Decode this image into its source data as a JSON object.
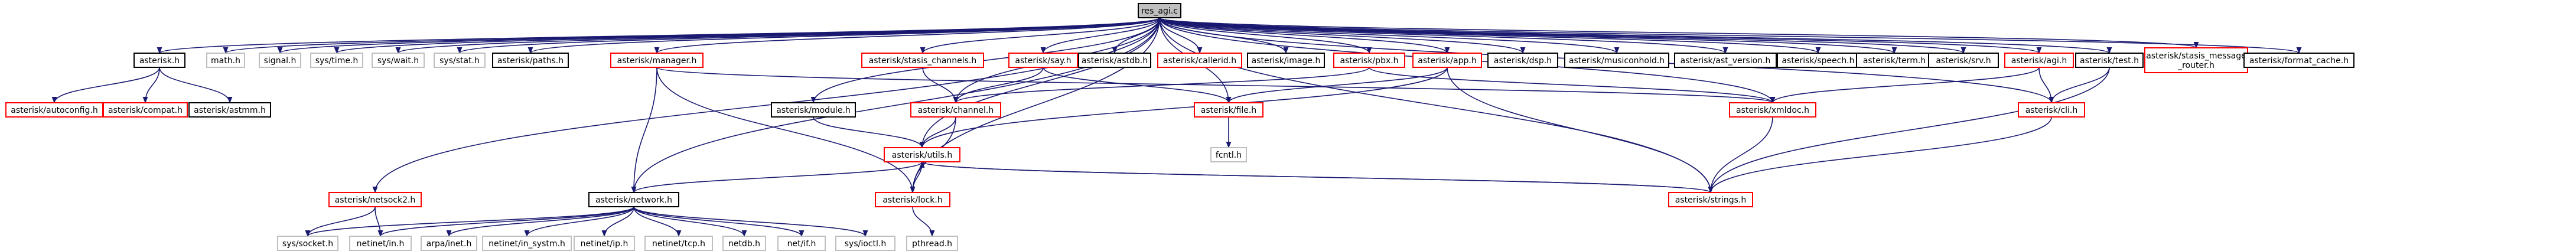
{
  "graph": {
    "edge_color": "#191970",
    "border_colors": {
      "documented": "#000000",
      "missing": "#ff0000",
      "system": "#bfbfbf",
      "root_fill": "#bfbfbf"
    },
    "nodes": [
      {
        "id": "res_agi",
        "label": "res_agi.c",
        "kind": "root"
      },
      {
        "id": "asterisk_h",
        "label": "asterisk.h",
        "kind": "documented"
      },
      {
        "id": "math_h",
        "label": "math.h",
        "kind": "system"
      },
      {
        "id": "signal_h",
        "label": "signal.h",
        "kind": "system"
      },
      {
        "id": "sys_time_h",
        "label": "sys/time.h",
        "kind": "system"
      },
      {
        "id": "sys_wait_h",
        "label": "sys/wait.h",
        "kind": "system"
      },
      {
        "id": "sys_stat_h",
        "label": "sys/stat.h",
        "kind": "system"
      },
      {
        "id": "paths_h",
        "label": "asterisk/paths.h",
        "kind": "documented"
      },
      {
        "id": "manager_h",
        "label": "asterisk/manager.h",
        "kind": "missing"
      },
      {
        "id": "stasis_channels_h",
        "label": "asterisk/stasis_channels.h",
        "kind": "missing"
      },
      {
        "id": "say_h",
        "label": "asterisk/say.h",
        "kind": "missing"
      },
      {
        "id": "astdb_h",
        "label": "asterisk/astdb.h",
        "kind": "documented"
      },
      {
        "id": "callerid_h",
        "label": "asterisk/callerid.h",
        "kind": "missing"
      },
      {
        "id": "image_h",
        "label": "asterisk/image.h",
        "kind": "documented"
      },
      {
        "id": "pbx_h",
        "label": "asterisk/pbx.h",
        "kind": "missing"
      },
      {
        "id": "app_h",
        "label": "asterisk/app.h",
        "kind": "missing"
      },
      {
        "id": "dsp_h",
        "label": "asterisk/dsp.h",
        "kind": "documented"
      },
      {
        "id": "musiconhold_h",
        "label": "asterisk/musiconhold.h",
        "kind": "documented"
      },
      {
        "id": "ast_version_h",
        "label": "asterisk/ast_version.h",
        "kind": "documented"
      },
      {
        "id": "speech_h",
        "label": "asterisk/speech.h",
        "kind": "documented"
      },
      {
        "id": "term_h",
        "label": "asterisk/term.h",
        "kind": "documented"
      },
      {
        "id": "srv_h",
        "label": "asterisk/srv.h",
        "kind": "documented"
      },
      {
        "id": "agi_h",
        "label": "asterisk/agi.h",
        "kind": "missing"
      },
      {
        "id": "test_h",
        "label": "asterisk/test.h",
        "kind": "documented"
      },
      {
        "id": "stasis_message_router_h",
        "label": "asterisk/stasis_message\n_router.h",
        "kind": "missing"
      },
      {
        "id": "format_cache_h",
        "label": "asterisk/format_cache.h",
        "kind": "documented"
      },
      {
        "id": "autoconfig_h",
        "label": "asterisk/autoconfig.h",
        "kind": "missing"
      },
      {
        "id": "compat_h",
        "label": "asterisk/compat.h",
        "kind": "missing"
      },
      {
        "id": "astmm_h",
        "label": "asterisk/astmm.h",
        "kind": "documented"
      },
      {
        "id": "module_h",
        "label": "asterisk/module.h",
        "kind": "documented"
      },
      {
        "id": "channel_h",
        "label": "asterisk/channel.h",
        "kind": "missing"
      },
      {
        "id": "file_h",
        "label": "asterisk/file.h",
        "kind": "missing"
      },
      {
        "id": "xmldoc_h",
        "label": "asterisk/xmldoc.h",
        "kind": "missing"
      },
      {
        "id": "cli_h",
        "label": "asterisk/cli.h",
        "kind": "missing"
      },
      {
        "id": "fcntl_h",
        "label": "fcntl.h",
        "kind": "system"
      },
      {
        "id": "utils_h",
        "label": "asterisk/utils.h",
        "kind": "missing"
      },
      {
        "id": "netsock2_h",
        "label": "asterisk/netsock2.h",
        "kind": "missing"
      },
      {
        "id": "network_h",
        "label": "asterisk/network.h",
        "kind": "documented"
      },
      {
        "id": "lock_h",
        "label": "asterisk/lock.h",
        "kind": "missing"
      },
      {
        "id": "strings_h",
        "label": "asterisk/strings.h",
        "kind": "missing"
      },
      {
        "id": "sys_socket_h",
        "label": "sys/socket.h",
        "kind": "system"
      },
      {
        "id": "netinet_in_h",
        "label": "netinet/in.h",
        "kind": "system"
      },
      {
        "id": "arpa_inet_h",
        "label": "arpa/inet.h",
        "kind": "system"
      },
      {
        "id": "netinet_in_systm_h",
        "label": "netinet/in_systm.h",
        "kind": "system"
      },
      {
        "id": "netinet_ip_h",
        "label": "netinet/ip.h",
        "kind": "system"
      },
      {
        "id": "netinet_tcp_h",
        "label": "netinet/tcp.h",
        "kind": "system"
      },
      {
        "id": "netdb_h",
        "label": "netdb.h",
        "kind": "system"
      },
      {
        "id": "net_if_h",
        "label": "net/if.h",
        "kind": "system"
      },
      {
        "id": "sys_ioctl_h",
        "label": "sys/ioctl.h",
        "kind": "system"
      },
      {
        "id": "pthread_h",
        "label": "pthread.h",
        "kind": "system"
      }
    ],
    "edges": [
      [
        "res_agi",
        "asterisk_h"
      ],
      [
        "res_agi",
        "math_h"
      ],
      [
        "res_agi",
        "signal_h"
      ],
      [
        "res_agi",
        "sys_time_h"
      ],
      [
        "res_agi",
        "sys_wait_h"
      ],
      [
        "res_agi",
        "sys_stat_h"
      ],
      [
        "res_agi",
        "paths_h"
      ],
      [
        "res_agi",
        "manager_h"
      ],
      [
        "res_agi",
        "stasis_channels_h"
      ],
      [
        "res_agi",
        "say_h"
      ],
      [
        "res_agi",
        "astdb_h"
      ],
      [
        "res_agi",
        "callerid_h"
      ],
      [
        "res_agi",
        "image_h"
      ],
      [
        "res_agi",
        "pbx_h"
      ],
      [
        "res_agi",
        "app_h"
      ],
      [
        "res_agi",
        "dsp_h"
      ],
      [
        "res_agi",
        "musiconhold_h"
      ],
      [
        "res_agi",
        "ast_version_h"
      ],
      [
        "res_agi",
        "speech_h"
      ],
      [
        "res_agi",
        "term_h"
      ],
      [
        "res_agi",
        "srv_h"
      ],
      [
        "res_agi",
        "agi_h"
      ],
      [
        "res_agi",
        "test_h"
      ],
      [
        "res_agi",
        "stasis_message_router_h"
      ],
      [
        "res_agi",
        "format_cache_h"
      ],
      [
        "res_agi",
        "netsock2_h"
      ],
      [
        "res_agi",
        "network_h"
      ],
      [
        "res_agi",
        "module_h"
      ],
      [
        "res_agi",
        "channel_h"
      ],
      [
        "res_agi",
        "file_h"
      ],
      [
        "res_agi",
        "xmldoc_h"
      ],
      [
        "res_agi",
        "cli_h"
      ],
      [
        "res_agi",
        "lock_h"
      ],
      [
        "res_agi",
        "strings_h"
      ],
      [
        "res_agi",
        "utils_h"
      ],
      [
        "asterisk_h",
        "autoconfig_h"
      ],
      [
        "asterisk_h",
        "compat_h"
      ],
      [
        "asterisk_h",
        "astmm_h"
      ],
      [
        "manager_h",
        "network_h"
      ],
      [
        "manager_h",
        "lock_h"
      ],
      [
        "manager_h",
        "xmldoc_h"
      ],
      [
        "stasis_channels_h",
        "channel_h"
      ],
      [
        "say_h",
        "channel_h"
      ],
      [
        "say_h",
        "file_h"
      ],
      [
        "pbx_h",
        "channel_h"
      ],
      [
        "pbx_h",
        "xmldoc_h"
      ],
      [
        "app_h",
        "file_h"
      ],
      [
        "app_h",
        "utils_h"
      ],
      [
        "app_h",
        "strings_h"
      ],
      [
        "agi_h",
        "cli_h"
      ],
      [
        "agi_h",
        "xmldoc_h"
      ],
      [
        "test_h",
        "cli_h"
      ],
      [
        "test_h",
        "strings_h"
      ],
      [
        "module_h",
        "utils_h"
      ],
      [
        "channel_h",
        "utils_h"
      ],
      [
        "channel_h",
        "lock_h"
      ],
      [
        "file_h",
        "fcntl_h"
      ],
      [
        "xmldoc_h",
        "strings_h"
      ],
      [
        "cli_h",
        "strings_h"
      ],
      [
        "utils_h",
        "network_h"
      ],
      [
        "utils_h",
        "lock_h"
      ],
      [
        "utils_h",
        "strings_h"
      ],
      [
        "strings_h",
        "utils_h"
      ],
      [
        "netsock2_h",
        "sys_socket_h"
      ],
      [
        "netsock2_h",
        "netinet_in_h"
      ],
      [
        "network_h",
        "sys_socket_h"
      ],
      [
        "network_h",
        "netinet_in_h"
      ],
      [
        "network_h",
        "arpa_inet_h"
      ],
      [
        "network_h",
        "netinet_in_systm_h"
      ],
      [
        "network_h",
        "netinet_ip_h"
      ],
      [
        "network_h",
        "netinet_tcp_h"
      ],
      [
        "network_h",
        "netdb_h"
      ],
      [
        "network_h",
        "net_if_h"
      ],
      [
        "network_h",
        "sys_ioctl_h"
      ],
      [
        "lock_h",
        "pthread_h"
      ]
    ]
  }
}
